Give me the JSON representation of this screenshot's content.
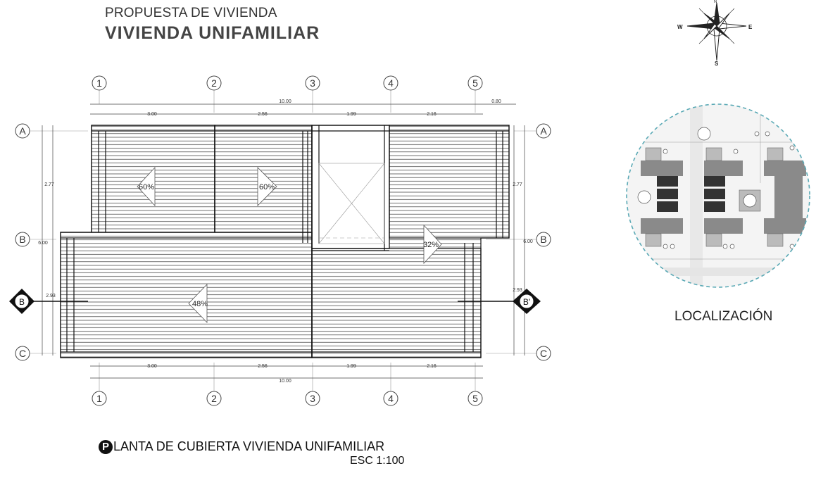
{
  "header": {
    "subtitle": "PROPUESTA DE VIVIENDA",
    "title": "VIVIENDA UNIFAMILIAR"
  },
  "compass": {
    "n": "N",
    "s": "S",
    "e": "E",
    "w": "W"
  },
  "grid": {
    "columns": [
      "1",
      "2",
      "3",
      "4",
      "5"
    ],
    "rows": [
      "A",
      "B",
      "C"
    ]
  },
  "dimensions": {
    "top_total": "10.00",
    "top_overhang": "0.80",
    "top_segments": [
      "3.00",
      "2.56",
      "1.99",
      "2.16"
    ],
    "bottom_segments": [
      "3.00",
      "2.56",
      "1.99",
      "2.16"
    ],
    "bottom_total": "10.00",
    "left_upper": "2.77",
    "left_total": "6.00",
    "left_lower": "2.93",
    "right_upper": "2.77",
    "right_total": "6.00",
    "right_lower": "2.93"
  },
  "slopes": [
    "60%",
    "60%",
    "32%",
    "48%"
  ],
  "section_marks": {
    "left": "B",
    "right": "B'"
  },
  "location": {
    "label": "LOCALIZACIÓN"
  },
  "plan": {
    "badge": "P",
    "title": "LANTA DE CUBIERTA VIVIENDA UNIFAMILIAR",
    "scale": "ESC 1:100"
  },
  "colors": {
    "line": "#111111",
    "dashed_circle": "#5aa9b5"
  }
}
